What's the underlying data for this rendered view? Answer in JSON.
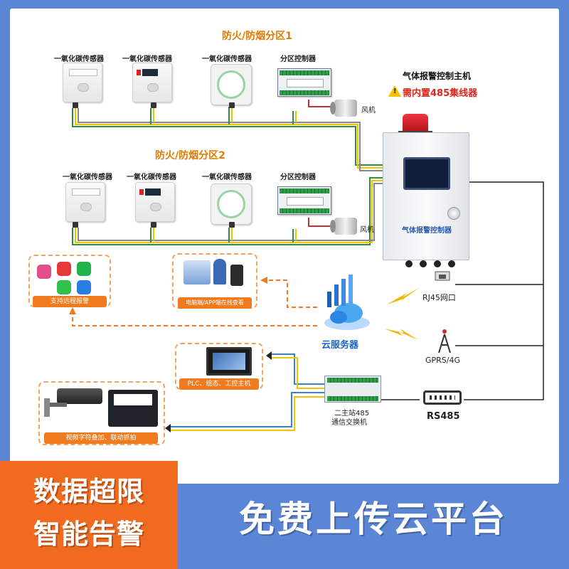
{
  "zones": [
    {
      "title": "防火/防烟分区1",
      "devices": [
        "一氧化碳传感器",
        "一氧化碳传感器",
        "一氧化碳传感器",
        "分区控制器"
      ],
      "fan_label": "风机"
    },
    {
      "title": "防火/防烟分区2",
      "devices": [
        "一氧化碳传感器",
        "一氧化碳传感器",
        "一氧化碳传感器",
        "分区控制器"
      ],
      "fan_label": "风机"
    }
  ],
  "host": {
    "title": "气体报警控制主机",
    "warning": "需内置485集线器",
    "panel_name": "气体报警控制器"
  },
  "cloud": {
    "label": "云服务器"
  },
  "links": {
    "rj45": "RJ45网口",
    "gprs": "GPRS/4G",
    "rs485": "RS485"
  },
  "switch": {
    "line1": "二主站485",
    "line2": "通信交换机"
  },
  "endpoints": {
    "remote_alarm": "支持远程报警",
    "pc_app": "电脑端/APP端在线查看",
    "plc": "PLC、组态、工控主机",
    "video": "视频字符叠加、联动抓拍"
  },
  "banner": {
    "left_line1": "数据超限",
    "left_line2": "智能告警",
    "right": "免费上传云平台"
  },
  "colors": {
    "background": "#5b86d6",
    "accent_orange": "#f06a1f",
    "warning_red": "#e0261a",
    "zone_orange": "#e07b00",
    "cloud_blue": "#1b63c6"
  }
}
